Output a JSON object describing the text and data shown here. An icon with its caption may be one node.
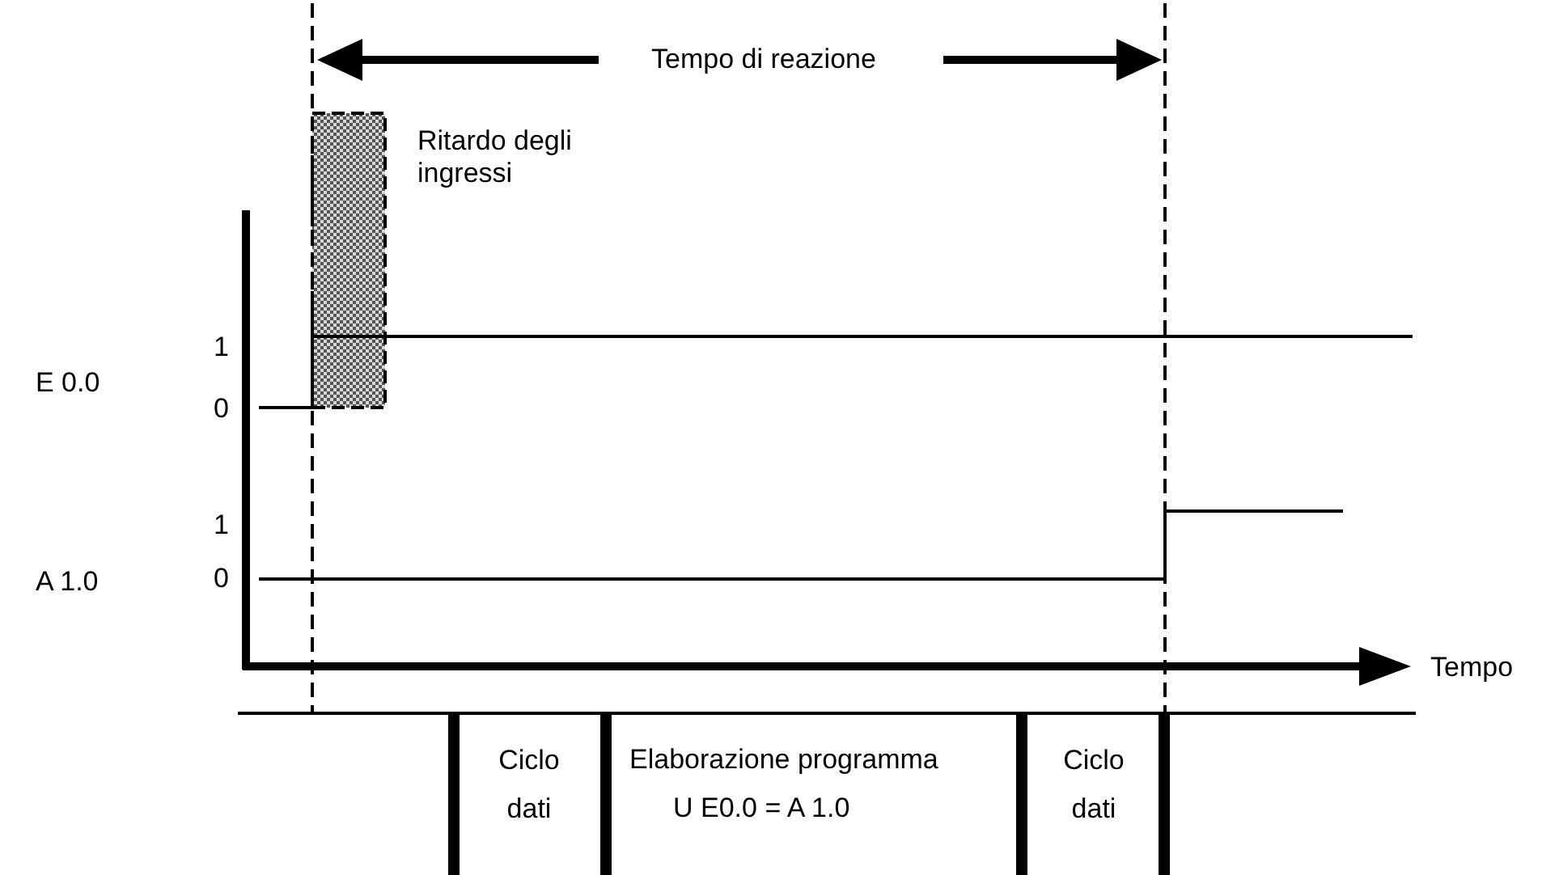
{
  "diagram": {
    "nodes": [
      {
        "text": [],
        "shape": "bar",
        "beside": [
          "Ritardo degli ingressi"
        ]
      }
    ],
    "labels": [
      "Tempo di reazione",
      "1",
      "E 0.0",
      "0",
      "1",
      "A 1.0",
      "0",
      "Tempo",
      "Ciclo dati",
      "Elaborazione programma",
      "U E0.0 = A 1.0",
      "Ciclo dati"
    ]
  }
}
